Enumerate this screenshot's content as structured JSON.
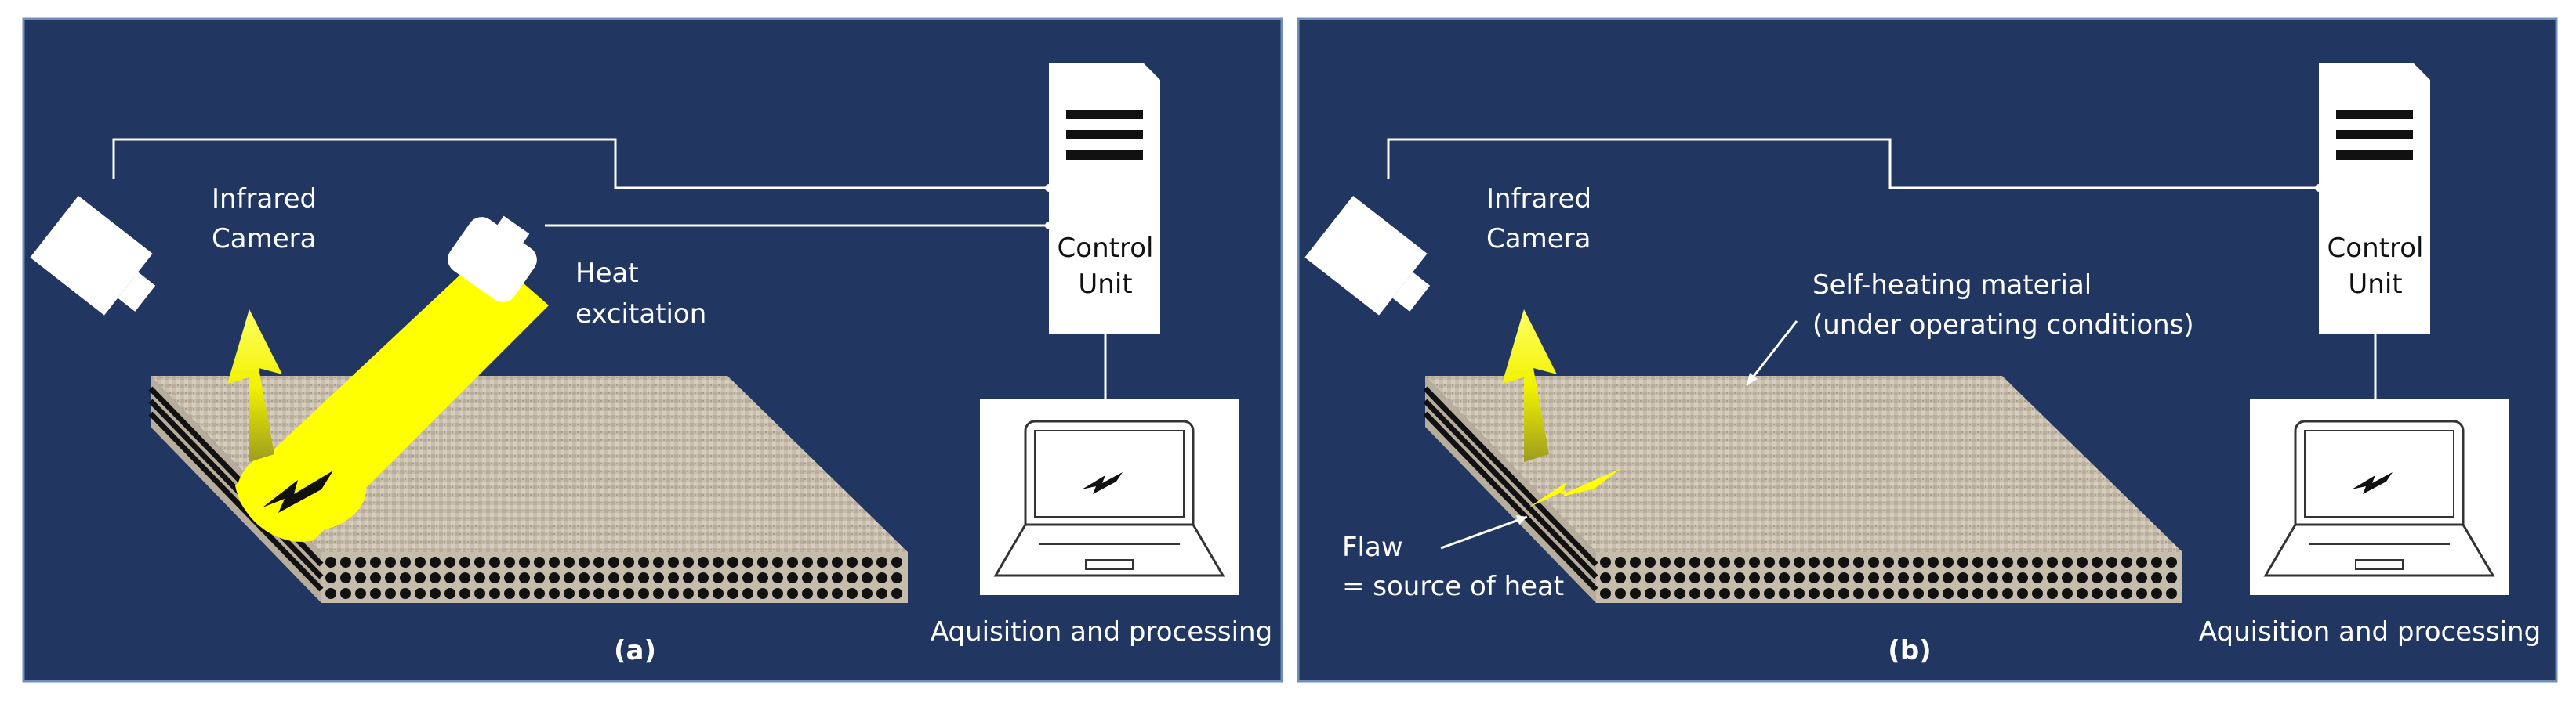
{
  "panels": [
    {
      "id": "a",
      "caption": "(a)",
      "camera_label_1": "Infrared",
      "camera_label_2": "Camera",
      "heat_label_1": "Heat",
      "heat_label_2": "excitation",
      "control_label_1": "Control",
      "control_label_2": "Unit",
      "laptop_caption": "Aquisition and processing"
    },
    {
      "id": "b",
      "caption": "(b)",
      "camera_label_1": "Infrared",
      "camera_label_2": "Camera",
      "self_heating_1": "Self-heating material",
      "self_heating_2": "(under operating conditions)",
      "flaw_1": "Flaw",
      "flaw_2": "= source of heat",
      "control_label_1": "Control",
      "control_label_2": "Unit",
      "laptop_caption": "Aquisition and processing"
    }
  ],
  "colors": {
    "panel_bg": "#213761",
    "panel_border": "#6e8fb8",
    "material": "#c8beae",
    "heat_beam": "#ffff00",
    "arrow": "#e8e800",
    "wire": "#ffffff"
  }
}
